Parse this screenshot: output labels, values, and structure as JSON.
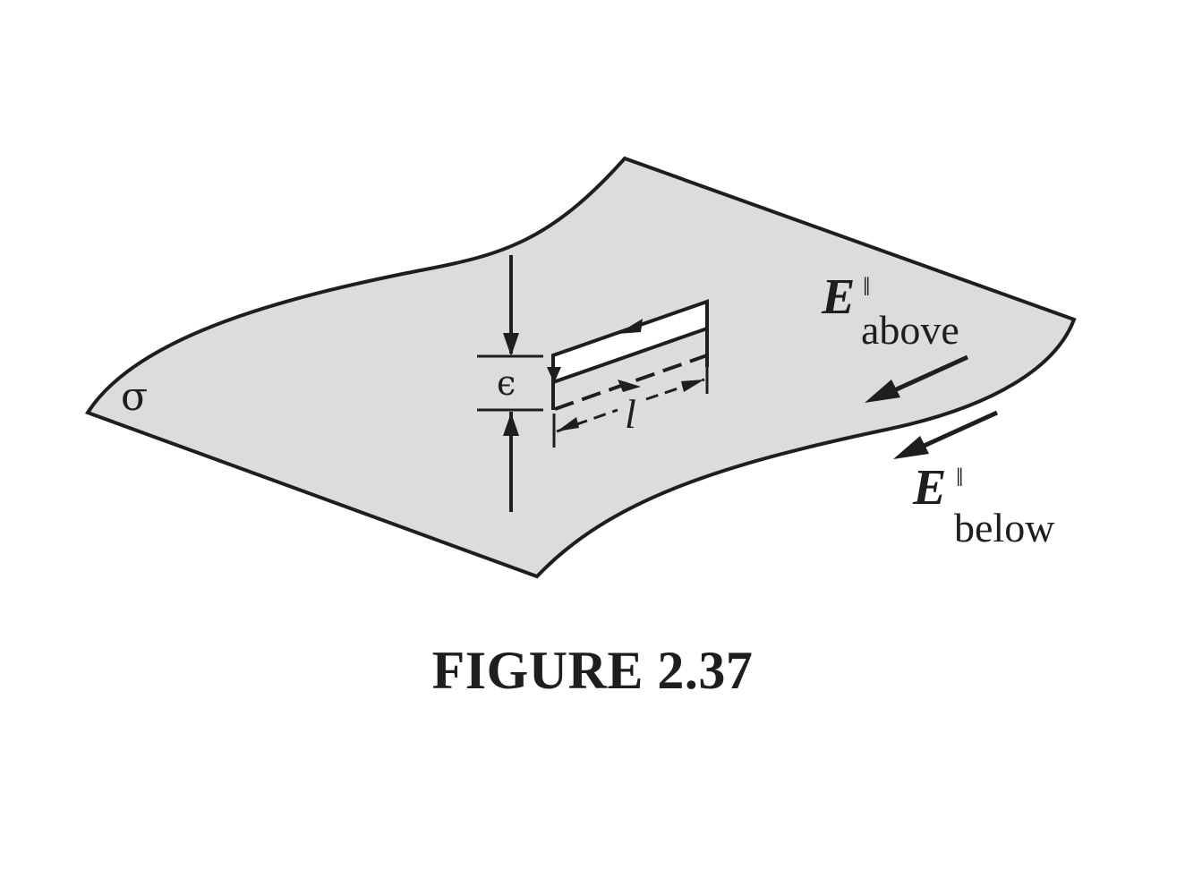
{
  "diagram": {
    "sheet_label": "σ",
    "thickness_label": "ϵ",
    "length_label": "l",
    "field_above": {
      "symbol": "E",
      "superscript": "‖",
      "subscript": "above"
    },
    "field_below": {
      "symbol": "E",
      "superscript": "‖",
      "subscript": "below"
    }
  },
  "caption": "FIGURE 2.37",
  "colors": {
    "sheet_fill": "#dcdcdc",
    "ink": "#1e1e1e",
    "background": "#ffffff"
  }
}
